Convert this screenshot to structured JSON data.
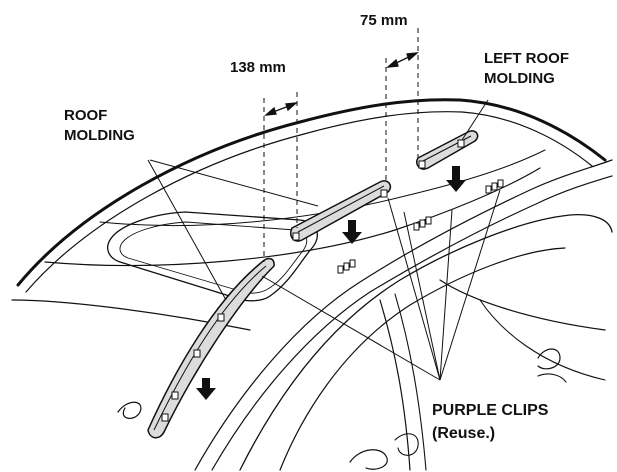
{
  "labels": {
    "dim_75": "75 mm",
    "dim_138": "138 mm",
    "left_roof_molding_line1": "LEFT ROOF",
    "left_roof_molding_line2": "MOLDING",
    "roof_molding_line1": "ROOF",
    "roof_molding_line2": "MOLDING",
    "purple_clips_line1": "PURPLE CLIPS",
    "purple_clips_line2": "(Reuse.)"
  },
  "colors": {
    "ink": "#111111",
    "molding_fill": "#dcdcdc",
    "background": "#ffffff"
  }
}
